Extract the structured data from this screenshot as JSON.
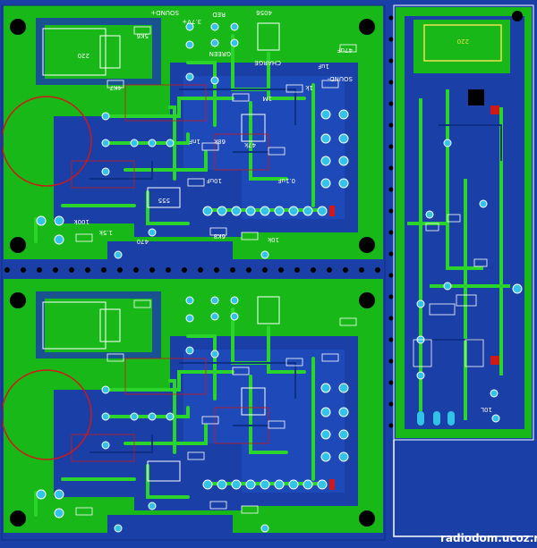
{
  "colors": {
    "board_blue": "#1a3fa6",
    "copper_green": "#17b817",
    "trace_green": "#2ad42a",
    "pad_cyan": "#33c3e8",
    "silk_white": "#ffffff",
    "silk_red": "#d01818",
    "mount_hole": "#000000"
  },
  "watermark": "radiodom.ucoz.ru",
  "board_labels": {
    "ic_555": "555",
    "transformer": "220",
    "sound_plus": "SOUND+",
    "sound_minus": "SOUND-",
    "v37": "3.7V+",
    "red": "RED",
    "green": "GREEN",
    "charge": "CHARGE",
    "lum_label": "4056",
    "c1": "1M",
    "r_15k": "1.5k",
    "r_47k": "47k",
    "r_68k": "68k",
    "r_10k": "10k",
    "r_100k": "100k",
    "c_10uf": "10uF",
    "c_01uf": "0.1uF",
    "c_1nf": "1nF",
    "r_5k6": "5K6",
    "r_4k7": "4K7",
    "r_1k": "1k",
    "r_470": "470",
    "r_6k8": "6K8",
    "c_47uf": "47uF",
    "c_1uf": "1uF",
    "side_220": "220",
    "side_10l": "10L"
  }
}
